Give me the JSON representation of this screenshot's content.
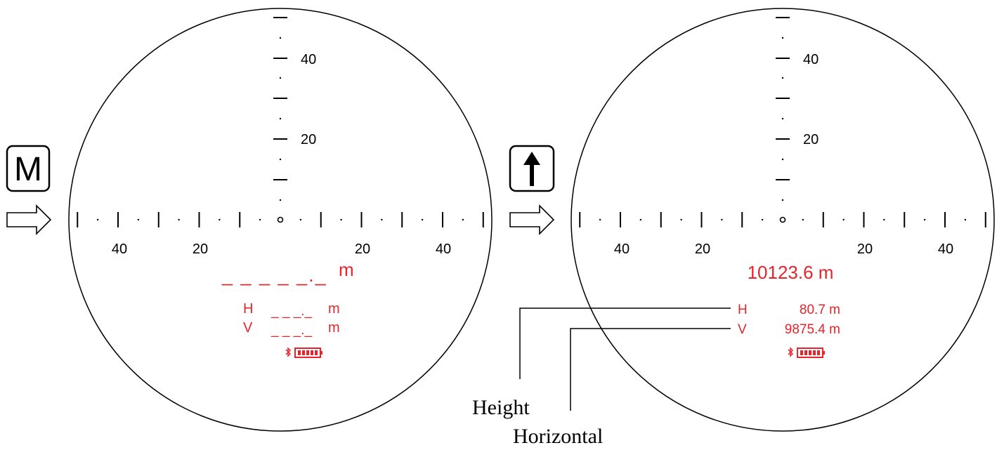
{
  "buttons": {
    "mode_label": "M",
    "up_glyph": "↑"
  },
  "icons": [
    "arrow-right-icon",
    "arrow-up-icon",
    "bluetooth-icon",
    "battery-icon"
  ],
  "colors": {
    "reading": "#e8242b",
    "reticle": "#000000"
  },
  "reticle": {
    "vertical_labels": [
      "40",
      "20"
    ],
    "horizontal_labels": [
      "40",
      "20",
      "20",
      "40"
    ]
  },
  "view_before": {
    "distance": "_ _ _ _ _._",
    "distance_unit": "m",
    "h_label": "H",
    "h_value": "_ _ _._",
    "h_unit": "m",
    "v_label": "V",
    "v_value": "_ _ _._",
    "v_unit": "m"
  },
  "view_after": {
    "distance": "10123.6 m",
    "h_label": "H",
    "h_value": "80.7 m",
    "v_label": "V",
    "v_value": "9875.4 m"
  },
  "callouts": {
    "height": "Height",
    "horizontal": "Horizontal"
  }
}
